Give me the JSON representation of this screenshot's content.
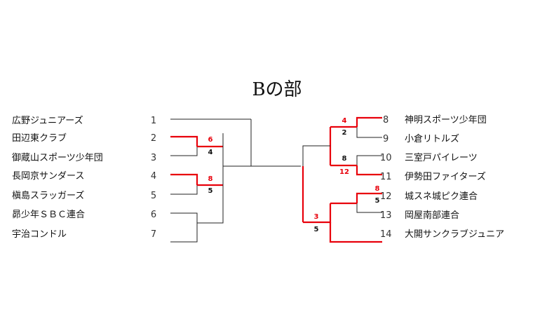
{
  "title": "Bの部",
  "colors": {
    "winner_line": "#e8000b",
    "line": "#222222",
    "winner_score": "#e8000b"
  },
  "left_teams": [
    {
      "seed": "1",
      "name": "広野ジュニアーズ"
    },
    {
      "seed": "2",
      "name": "田辺東クラブ"
    },
    {
      "seed": "3",
      "name": "御蔵山スポーツ少年団"
    },
    {
      "seed": "4",
      "name": "長岡京サンダース"
    },
    {
      "seed": "5",
      "name": "槇島スラッガーズ"
    },
    {
      "seed": "6",
      "name": "昴少年ＳＢＣ連合"
    },
    {
      "seed": "7",
      "name": "宇治コンドル"
    }
  ],
  "right_teams": [
    {
      "seed": "8",
      "name": "神明スポーツ少年団"
    },
    {
      "seed": "9",
      "name": "小倉リトルズ"
    },
    {
      "seed": "10",
      "name": "三室戸パイレーツ"
    },
    {
      "seed": "11",
      "name": "伊勢田ファイターズ"
    },
    {
      "seed": "12",
      "name": "城スネ城ピク連合"
    },
    {
      "seed": "13",
      "name": "岡屋南部連合"
    },
    {
      "seed": "14",
      "name": "大開サンクラブジュニア"
    }
  ],
  "scores": {
    "m_2_3": {
      "win": "6",
      "lose": "4"
    },
    "m_4_5": {
      "win": "8",
      "lose": "5"
    },
    "m_8_9": {
      "win": "4",
      "lose": "2"
    },
    "m_10_11": {
      "win": "12",
      "lose": "8"
    },
    "m_12_13": {
      "win": "8",
      "lose": "5"
    },
    "m_q_14": {
      "win": "3",
      "lose": "5"
    }
  }
}
